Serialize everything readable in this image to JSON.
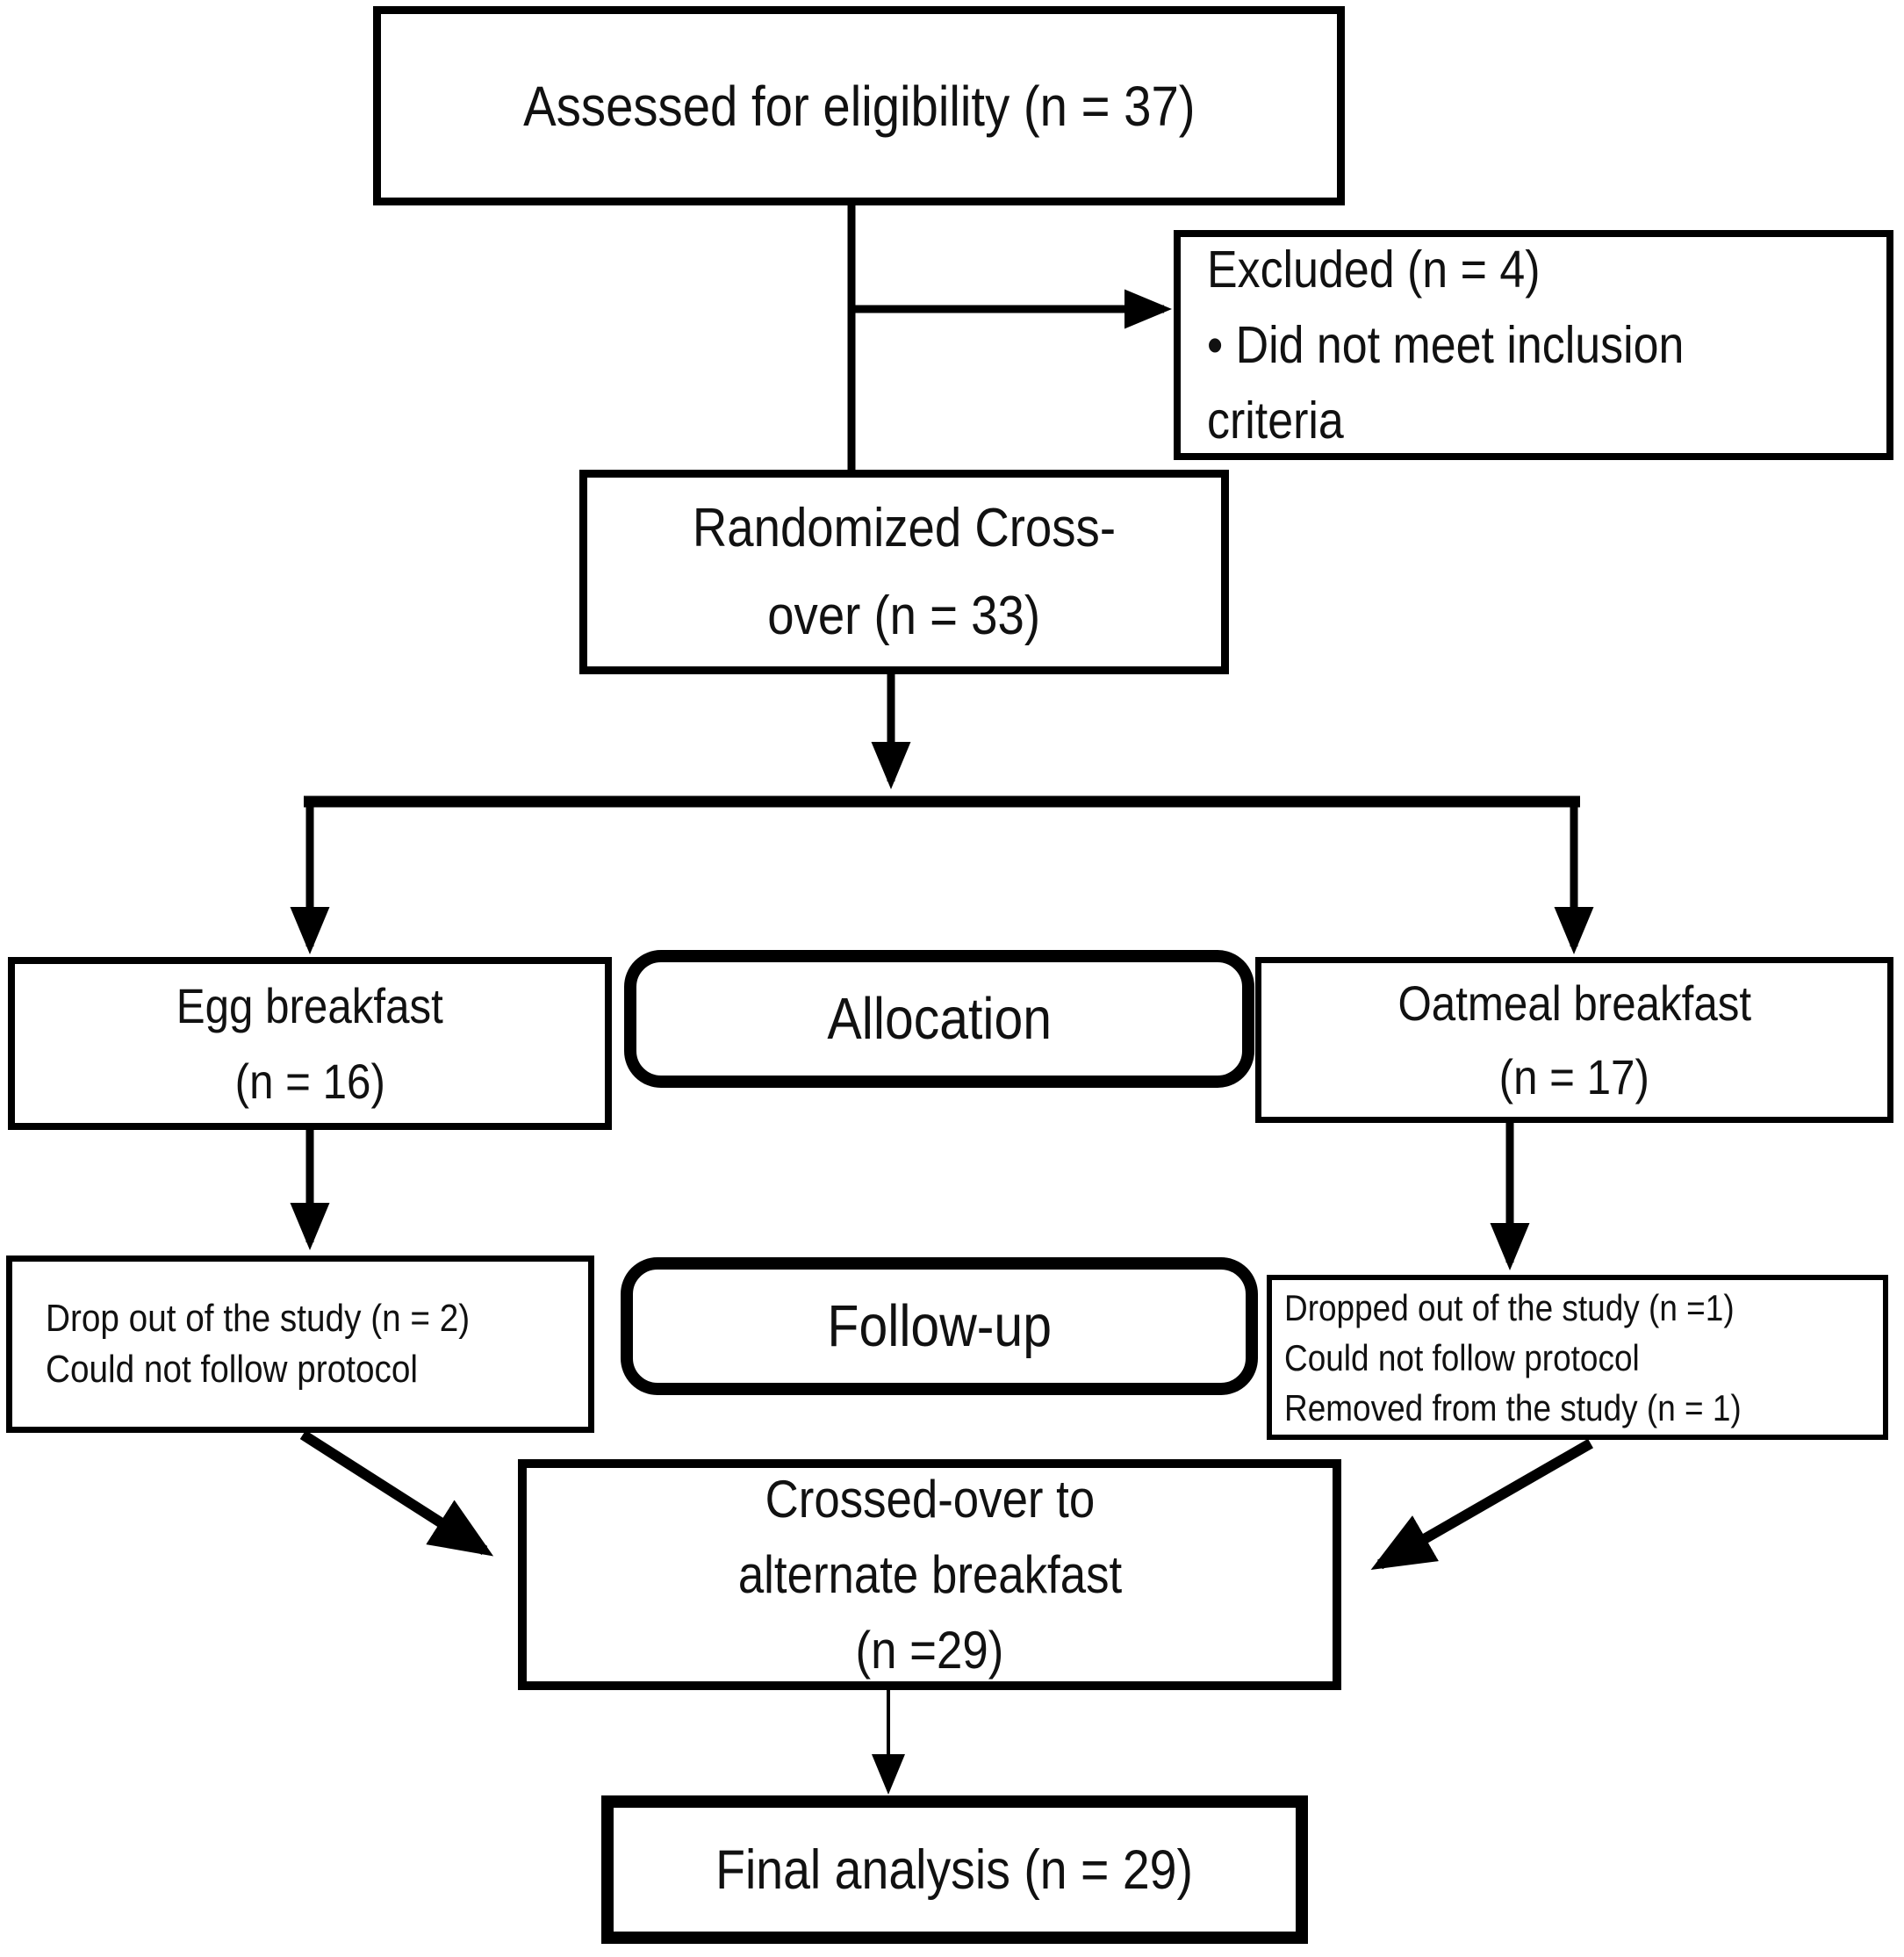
{
  "diagram": {
    "nodes": {
      "assessed": {
        "lines": [
          "Assessed for eligibility (n = 37)"
        ]
      },
      "excluded": {
        "lines": [
          "Excluded (n = 4)",
          "• Did not meet inclusion",
          "criteria"
        ]
      },
      "randomized": {
        "lines": [
          "Randomized Cross-",
          "over  (n = 33)"
        ]
      },
      "egg": {
        "lines": [
          "Egg breakfast",
          "(n = 16)"
        ]
      },
      "allocation": {
        "lines": [
          "Allocation"
        ]
      },
      "oatmeal": {
        "lines": [
          "Oatmeal breakfast",
          "(n = 17)"
        ]
      },
      "egg_followup": {
        "lines": [
          "Drop out of the study (n = 2)",
          "Could not follow protocol"
        ]
      },
      "followup": {
        "lines": [
          "Follow-up"
        ]
      },
      "oatmeal_followup": {
        "lines": [
          "Dropped out of the study (n =1)",
          "Could not follow protocol",
          "Removed from the study (n = 1)"
        ]
      },
      "crossed_over": {
        "lines": [
          "Crossed-over to",
          "alternate breakfast",
          "(n =29)"
        ]
      },
      "final": {
        "lines": [
          "Final analysis (n = 29)"
        ]
      }
    },
    "colors": {
      "line": "#000000",
      "background": "#ffffff",
      "text": "#111111"
    }
  }
}
